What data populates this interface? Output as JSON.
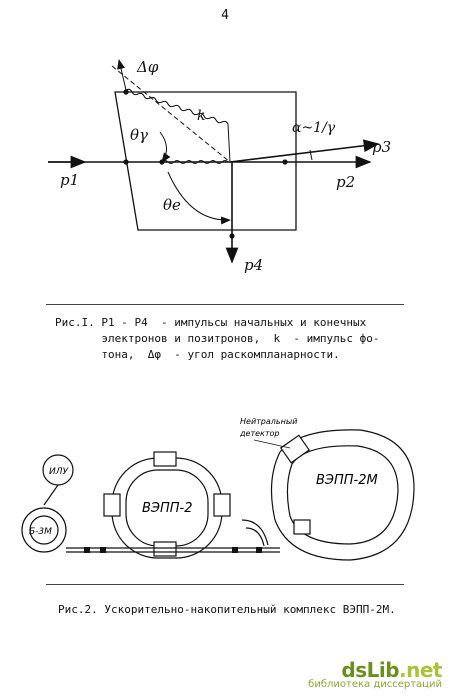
{
  "page_number": "4",
  "fig1": {
    "labels": {
      "dphi": "Δφ",
      "k": "k",
      "theta_gamma": "θγ",
      "alpha": "α~1/γ",
      "p1": "p1",
      "p2": "p2",
      "p3": "p3",
      "p4": "p4",
      "theta_e": "θe"
    },
    "caption_line1": "Рис.I. P1 - P4  - импульсы начальных и конечных",
    "caption_line2": "       электронов и позитронов,  k  - импульс фо-",
    "caption_line3": "       тона,  Δφ  - угол раскомпланарности."
  },
  "fig2": {
    "labels": {
      "ilu": "ИЛУ",
      "b3m": "Б-3М",
      "vepp2": "ВЭПП-2",
      "vepp2m": "ВЭПП-2М",
      "detector1": "Нейтральный",
      "detector2": "детектор"
    },
    "caption": "Рис.2. Ускорительно-накопительный комплекс ВЭПП-2М."
  },
  "watermark": {
    "logo_main": "dsLib",
    "logo_tld": ".net",
    "subtitle": "библиотека диссертаций"
  }
}
